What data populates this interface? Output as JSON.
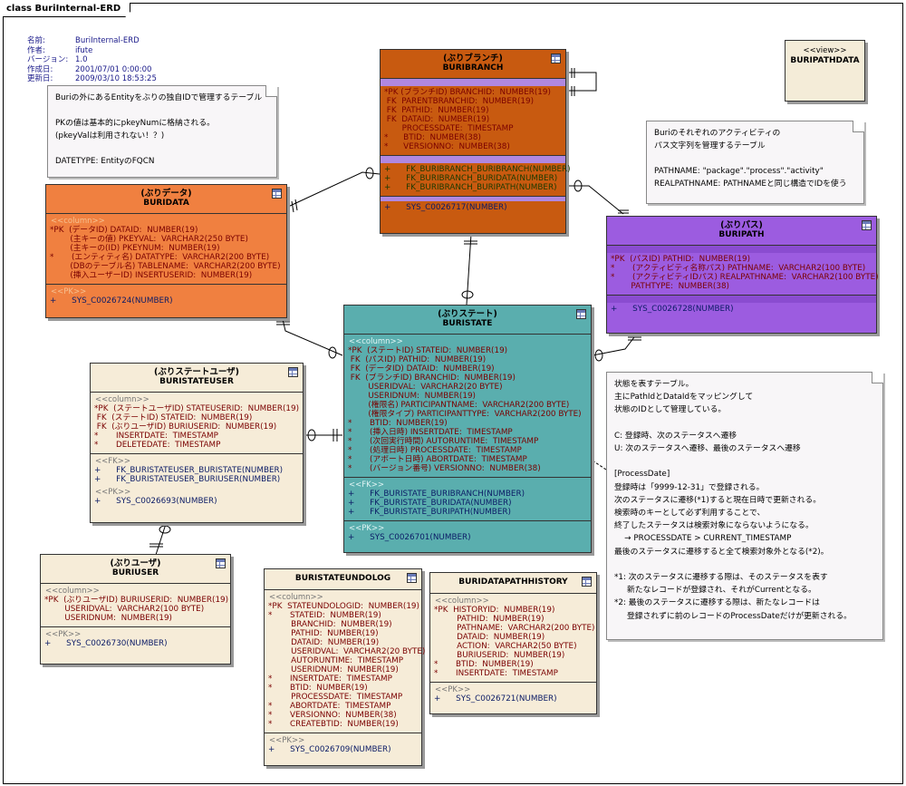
{
  "frame_title": "class BuriInternal-ERD",
  "meta": [
    {
      "k": "名前:",
      "v": "BuriInternal-ERD"
    },
    {
      "k": "作者:",
      "v": "ifute"
    },
    {
      "k": "バージョン:",
      "v": "1.0"
    },
    {
      "k": "作成日:",
      "v": "2001/07/01 0:00:00"
    },
    {
      "k": "更新日:",
      "v": "2009/03/10 18:53:25"
    }
  ],
  "notes": {
    "buridata": [
      "Buriの外にあるEntityをぶりの独自IDで管理するテーブル",
      "",
      "PKの値は基本的にpkeyNumに格納される。",
      "(pkeyValは利用されない！？)",
      "",
      "DATETYPE: EntityのFQCN"
    ],
    "buripath": [
      "Buriのそれぞれのアクティビティの",
      "パス文字列を管理するテーブル",
      "",
      "PATHNAME: \"package\".\"process\".\"activity\"",
      "REALPATHNAME: PATHNAMEと同じ構造でIDを使う"
    ],
    "buristate": [
      "状態を表すテーブル。",
      "主にPathIdとDataIdをマッピングして",
      "状態のIDとして管理している。",
      "",
      "C: 登録時、次のステータスへ遷移",
      "U: 次のステータスへ遷移、最後のステータスへ遷移",
      "",
      "[ProcessDate]",
      "登録時は「9999-12-31」で登録される。",
      "次のステータスに遷移(*1)すると現在日時で更新される。",
      "検索時のキーとして必ず利用することで、",
      "終了したステータスは検索対象にならないようになる。",
      "    → PROCESSDATE > CURRENT_TIMESTAMP",
      "最後のステータスに遷移すると全て検索対象外となる(*2)。",
      "",
      "*1: 次のステータスに遷移する際は、そのステータスを表す",
      "     新たなレコードが登録され、それがCurrentとなる。",
      "*2: 最後のステータスに遷移する際は、新たなレコードは",
      "     登録されずに前のレコードのProcessDateだけが更新される。"
    ]
  },
  "view": {
    "stereotype": "<<view>>",
    "name": "BURIPATHDATA"
  },
  "entities": {
    "buribranch": {
      "jp": "(ぶりブランチ)",
      "en": "BURIBRANCH",
      "columns": [
        "*PK (ブランチID) BRANCHID:  NUMBER(19)",
        " FK  PARENTBRANCHID:  NUMBER(19)",
        " FK  PATHID:  NUMBER(19)",
        " FK  DATAID:  NUMBER(19)",
        "       PROCESSDATE:  TIMESTAMP",
        "*      BTID:  NUMBER(38)",
        "*      VERSIONNO:  NUMBER(38)"
      ],
      "fks": [
        "+      FK_BURIBRANCH_BURIBRANCH(NUMBER)",
        "+      FK_BURIBRANCH_BURIDATA(NUMBER)",
        "+      FK_BURIBRANCH_BURIPATH(NUMBER)"
      ],
      "pks": [
        "+      SYS_C0026717(NUMBER)"
      ]
    },
    "buridata": {
      "jp": "(ぶりデータ)",
      "en": "BURIDATA",
      "stereo_col": "<<column>>",
      "stereo_pk": "<<PK>>",
      "columns": [
        "*PK  (データID) DATAID:  NUMBER(19)",
        "        (主キーの値) PKEYVAL:  VARCHAR2(250 BYTE)",
        "        (主キーの(ID) PKEYNUM:  NUMBER(19)",
        "*       (エンティティ名) DATATYPE:  VARCHAR2(200 BYTE)",
        "        (DBのテーブル名) TABLENAME:  VARCHAR2(200 BYTE)",
        "        (挿入ユーザーID) INSERTUSERID:  NUMBER(19)"
      ],
      "pks": [
        "+      SYS_C0026724(NUMBER)"
      ]
    },
    "buripath": {
      "jp": "(ぶりパス)",
      "en": "BURIPATH",
      "columns": [
        "*PK  (パスID) PATHID:  NUMBER(19)",
        "*       (アクティビティ名称パス) PATHNAME:  VARCHAR2(100 BYTE)",
        "*       (アクティビティIDパス) REALPATHNAME:  VARCHAR2(100 BYTE)",
        "        PATHTYPE:  NUMBER(38)"
      ],
      "pks": [
        "+      SYS_C0026728(NUMBER)"
      ]
    },
    "buristate": {
      "jp": "(ぶりステート)",
      "en": "BURISTATE",
      "stereo_col": "<<column>>",
      "stereo_fk": "<<FK>>",
      "stereo_pk": "<<PK>>",
      "columns": [
        "*PK  (ステートID) STATEID:  NUMBER(19)",
        " FK  (パスID) PATHID:  NUMBER(19)",
        " FK  (データID) DATAID:  NUMBER(19)",
        " FK  (ブランチID) BRANCHID:  NUMBER(19)",
        "        USERIDVAL:  VARCHAR2(20 BYTE)",
        "        USERIDNUM:  NUMBER(19)",
        "        (権限名) PARTICIPANTNAME:  VARCHAR2(200 BYTE)",
        "        (権限タイプ) PARTICIPANTTYPE:  VARCHAR2(200 BYTE)",
        "*       BTID:  NUMBER(19)",
        "*       (挿入日時) INSERTDATE:  TIMESTAMP",
        "*       (次回実行時間) AUTORUNTIME:  TIMESTAMP",
        "*       (処理日時) PROCESSDATE:  TIMESTAMP",
        "*       (アボート日時) ABORTDATE:  TIMESTAMP",
        "*       (バージョン番号) VERSIONNO:  NUMBER(38)"
      ],
      "fks": [
        "+      FK_BURISTATE_BURIBRANCH(NUMBER)",
        "+      FK_BURISTATE_BURIDATA(NUMBER)",
        "+      FK_BURISTATE_BURIPATH(NUMBER)"
      ],
      "pks": [
        "+      SYS_C0026701(NUMBER)"
      ]
    },
    "buristateuser": {
      "jp": "(ぶりステートユーザ)",
      "en": "BURISTATEUSER",
      "stereo_col": "<<column>>",
      "stereo_fk": "<<FK>>",
      "stereo_pk": "<<PK>>",
      "columns": [
        "*PK  (ステートユーザID) STATEUSERID:  NUMBER(19)",
        " FK  (ステートID) STATEID:  NUMBER(19)",
        " FK  (ぶりユーザID) BURIUSERID:  NUMBER(19)",
        "*       INSERTDATE:  TIMESTAMP",
        "*       DELETEDATE:  TIMESTAMP"
      ],
      "fks": [
        "+      FK_BURISTATEUSER_BURISTATE(NUMBER)",
        "+      FK_BURISTATEUSER_BURIUSER(NUMBER)"
      ],
      "pks": [
        "+      SYS_C0026693(NUMBER)"
      ]
    },
    "buriuser": {
      "jp": "(ぶりユーザ)",
      "en": "BURIUSER",
      "stereo_col": "<<column>>",
      "stereo_pk": "<<PK>>",
      "columns": [
        "*PK  (ぶりユーザID) BURIUSERID:  NUMBER(19)",
        "        USERIDVAL:  VARCHAR2(100 BYTE)",
        "        USERIDNUM:  NUMBER(19)"
      ],
      "pks": [
        "+      SYS_C0026730(NUMBER)"
      ]
    },
    "buristateundolog": {
      "en": "BURISTATEUNDOLOG",
      "stereo_col": "<<column>>",
      "stereo_pk": "<<PK>>",
      "columns": [
        "*PK  STATEUNDOLOGID:  NUMBER(19)",
        "*       STATEID:  NUMBER(19)",
        "         BRANCHID:  NUMBER(19)",
        "         PATHID:  NUMBER(19)",
        "         DATAID:  NUMBER(19)",
        "         USERIDVAL:  VARCHAR2(20 BYTE)",
        "         AUTORUNTIME:  TIMESTAMP",
        "         USERIDNUM:  NUMBER(19)",
        "*       INSERTDATE:  TIMESTAMP",
        "*       BTID:  NUMBER(19)",
        "         PROCESSDATE:  TIMESTAMP",
        "*       ABORTDATE:  TIMESTAMP",
        "*       VERSIONNO:  NUMBER(38)",
        "*       CREATEBTID:  NUMBER(19)"
      ],
      "pks": [
        "+      SYS_C0026709(NUMBER)"
      ]
    },
    "buridatapathhistory": {
      "en": "BURIDATAPATHHISTORY",
      "stereo_col": "<<column>>",
      "stereo_pk": "<<PK>>",
      "columns": [
        "*PK  HISTORYID:  NUMBER(19)",
        "         PATHID:  NUMBER(19)",
        "         PATHNAME:  VARCHAR2(200 BYTE)",
        "         DATAID:  NUMBER(19)",
        "         ACTION:  VARCHAR2(50 BYTE)",
        "         BURIUSERID:  NUMBER(19)",
        "*       BTID:  NUMBER(19)",
        "*       INSERTDATE:  TIMESTAMP"
      ],
      "pks": [
        "+      SYS_C0026721(NUMBER)"
      ]
    }
  }
}
